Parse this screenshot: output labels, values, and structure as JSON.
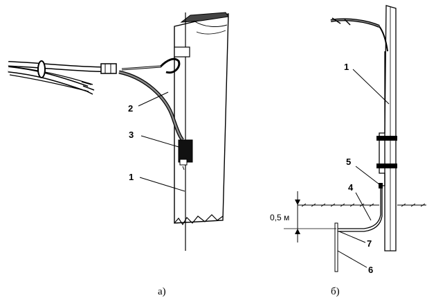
{
  "figure_a": {
    "caption": "а)",
    "callouts": [
      "2",
      "3",
      "1"
    ]
  },
  "figure_b": {
    "caption": "б)",
    "callouts": [
      "1",
      "5",
      "4",
      "7",
      "6"
    ],
    "dimension_label": "0,5 м"
  }
}
